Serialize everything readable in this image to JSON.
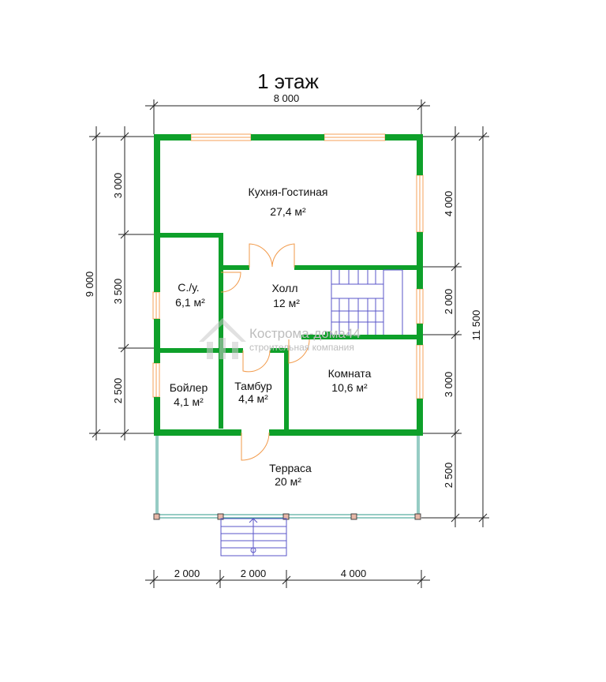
{
  "title": "1 этаж",
  "dimensions": {
    "top": "8 000",
    "left_total": "9 000",
    "left_1": "3 000",
    "left_2": "3 500",
    "left_3": "2 500",
    "right_total": "11 500",
    "right_1": "4 000",
    "right_2": "2 000",
    "right_3": "3 000",
    "right_4": "2 500",
    "bottom_1": "2 000",
    "bottom_2": "2 000",
    "bottom_3": "4 000"
  },
  "rooms": {
    "kitchen": {
      "name": "Кухня-Гостиная",
      "area": "27,4 м²"
    },
    "bath": {
      "name": "С./у.",
      "area": "6,1 м²"
    },
    "hall": {
      "name": "Холл",
      "area": "12 м²"
    },
    "boiler": {
      "name": "Бойлер",
      "area": "4,1 м²"
    },
    "tambur": {
      "name": "Тамбур",
      "area": "4,4 м²"
    },
    "room": {
      "name": "Комната",
      "area": "10,6 м²"
    },
    "terrace": {
      "name": "Терраса",
      "area": "20 м²"
    }
  },
  "watermark": {
    "name": "Кострома-дома44",
    "subtitle": "строительная компания"
  },
  "colors": {
    "wall": "#0ea02a",
    "window": "#f5a05a",
    "door": "#f29a4a",
    "stair": "#5a55c8",
    "terrace": "#2c9a8a"
  }
}
